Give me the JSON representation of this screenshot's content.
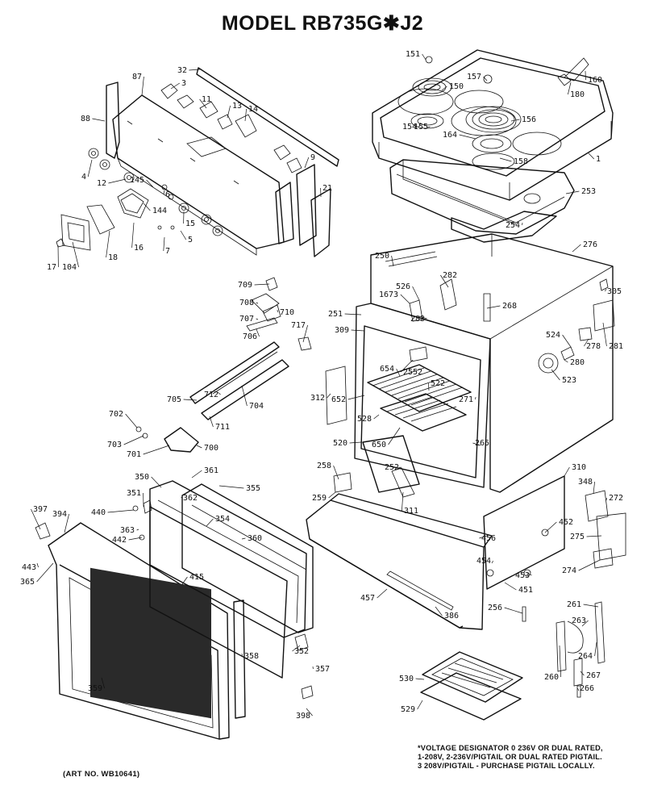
{
  "title": "MODEL RB735G✱J2",
  "note_lines": [
    "*VOLTAGE DESIGNATOR 0 236V OR DUAL RATED,",
    "1-208V, 2-236V/PIGTAIL OR DUAL RATED PIGTAIL.",
    "3 208V/PIGTAIL - PURCHASE PIGTAIL LOCALLY."
  ],
  "art_no": "(ART NO. WB10641)",
  "part_labels": [
    "151",
    "150",
    "157",
    "160",
    "180",
    "1",
    "156",
    "154",
    "155",
    "164",
    "158",
    "253",
    "254",
    "276",
    "305",
    "32",
    "87",
    "3",
    "11",
    "13",
    "14",
    "88",
    "4",
    "12",
    "145",
    "6",
    "144",
    "16",
    "18",
    "15",
    "5",
    "7",
    "17",
    "104",
    "9",
    "21",
    "250",
    "282",
    "526",
    "1673",
    "283",
    "268",
    "251",
    "309",
    "524",
    "278",
    "281",
    "280",
    "523",
    "654",
    "652",
    "2552",
    "522",
    "312",
    "528",
    "650",
    "271",
    "265",
    "520",
    "709",
    "708",
    "710",
    "707",
    "706",
    "717",
    "705",
    "712",
    "704",
    "702",
    "703",
    "701",
    "711",
    "700",
    "258",
    "252",
    "259",
    "311",
    "310",
    "348",
    "272",
    "275",
    "274",
    "452",
    "456",
    "454",
    "453",
    "451",
    "457",
    "386",
    "256",
    "261",
    "263",
    "264",
    "260",
    "267",
    "266",
    "350",
    "361",
    "351",
    "362",
    "355",
    "397",
    "394",
    "440",
    "363",
    "442",
    "354",
    "360",
    "443",
    "365",
    "415",
    "359",
    "358",
    "352",
    "357",
    "398",
    "530",
    "529"
  ]
}
